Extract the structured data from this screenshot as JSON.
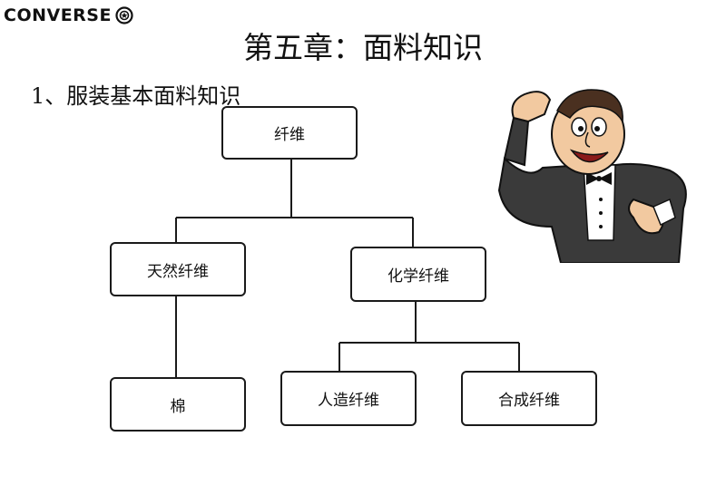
{
  "brand": {
    "logo_text": "CONVERSE",
    "logo_icon": "converse-star-icon"
  },
  "slide": {
    "title": "第五章：面料知识",
    "subtitle": "1、服装基本面料知识"
  },
  "tree": {
    "root": "纤维",
    "natural": "天然纤维",
    "chemical": "化学纤维",
    "cotton": "棉",
    "manmade": "人造纤维",
    "synthetic": "合成纤维"
  },
  "illustration": {
    "icon": "thinking-man-in-tuxedo-cartoon"
  },
  "colors": {
    "line": "#1a1a1a",
    "suit": "#3a3a3a",
    "skin": "#f2c9a0"
  }
}
